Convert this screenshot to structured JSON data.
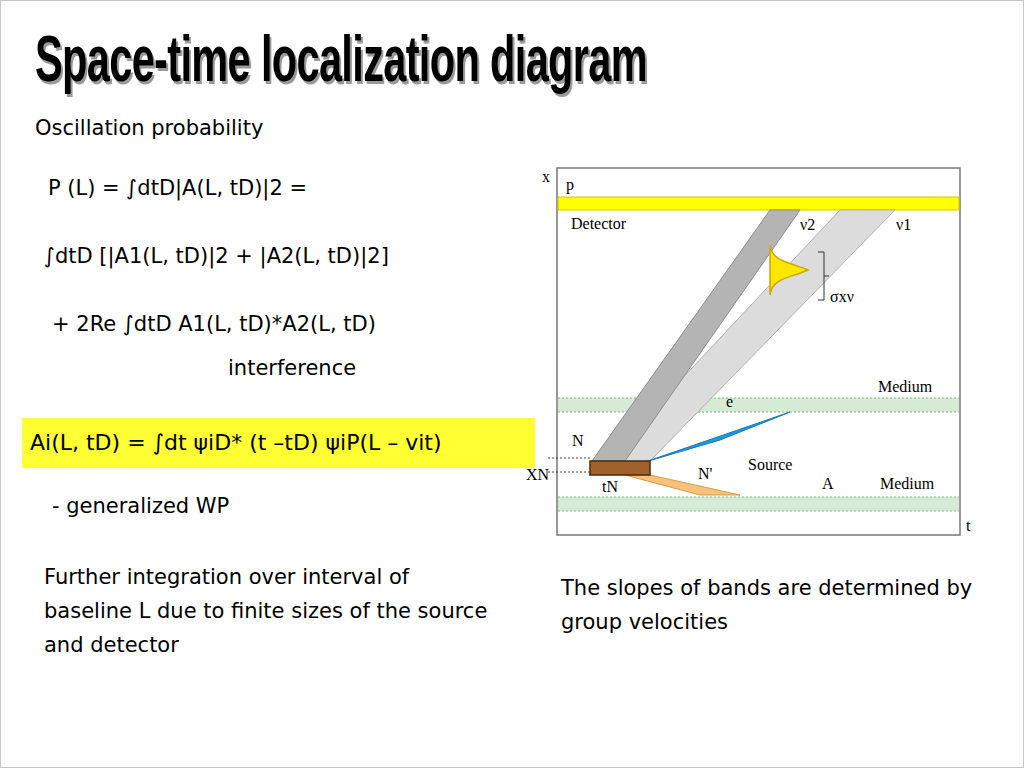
{
  "diagram": {
    "title": "Space-time localization diagram",
    "nodes": [
      {
        "text": [
          "Ai(L, tD) = ∫dt ψiD* (t –tD) ψiP(L – vit)"
        ]
      }
    ],
    "labels": [
      "Oscillation probability",
      "P (L) = ∫dtD|A(L, tD)|2 =",
      "∫dtD [|A1(L, tD)|2 + |A2(L, tD)|2]",
      "+ 2Re ∫dtD A1(L, tD)*A2(L, tD)",
      "interference",
      "- generalized WP",
      "Further integration over interval of baseline L due to finite sizes of the source and detector",
      "The slopes of bands are determined by group velocities",
      "x",
      "p",
      "Detector",
      "ν2",
      "ν1",
      "σxν",
      "Medium",
      "e",
      "N",
      "XN",
      "Source",
      "N'",
      "tN",
      "A",
      "Medium",
      "t"
    ]
  }
}
